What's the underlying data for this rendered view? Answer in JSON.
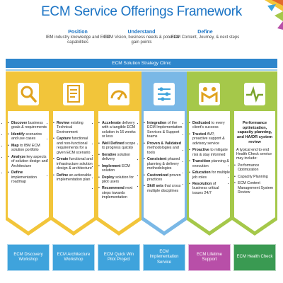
{
  "title": "ECM Service Offerings Framework",
  "header": [
    {
      "title": "Position",
      "text": "IBM industry knowledge and ECM capabilities"
    },
    {
      "title": "Understand",
      "text": "ECM Vision, business needs & potential gain points"
    },
    {
      "title": "Define",
      "text": "ECM Content, Journey, & next steps"
    }
  ],
  "strategy_bar": "ECM Solution Strategy Clinic",
  "columns": [
    {
      "color": "#f2c53a",
      "icon": "magnifier-icon",
      "items": [
        {
          "b": "Discover",
          "t": " business goals & requirements"
        },
        {
          "b": "Identify",
          "t": " scenarios and use cases"
        },
        {
          "b": "Map",
          "t": " to IBM ECM solution portfolio"
        },
        {
          "b": "Analyze",
          "t": " key aspects of solution design and Architecture"
        },
        {
          "b": "Define",
          "t": " implementation roadmap"
        }
      ],
      "button": "ECM Discovery Workshop",
      "button_color": "#3fa3dc"
    },
    {
      "color": "#f2c53a",
      "icon": "document-icon",
      "items": [
        {
          "b": "Review",
          "t": " existing Technical Environment"
        },
        {
          "b": "Capture",
          "t": " functional and non-functional requirements for a given ECM scenario"
        },
        {
          "b": "Create",
          "t": " functional and infrastructure solution design & architecture"
        },
        {
          "b": "Define",
          "t": " an actionable implementation plan"
        }
      ],
      "button": "ECM Architecture Workshop",
      "button_color": "#3fa3dc"
    },
    {
      "color": "#f2c53a",
      "icon": "speedometer-icon",
      "items": [
        {
          "b": "Accelerate",
          "t": " delivery with a tangible ECM solution in 16 weeks or less"
        },
        {
          "b": "Well Defined",
          "t": " scope to progress quickly"
        },
        {
          "b": "Iterative",
          "t": " solution delivery"
        },
        {
          "b": "Implement",
          "t": " ECM solution"
        },
        {
          "b": "Deploy",
          "t": " solution for pilot users"
        },
        {
          "b": "Recommend",
          "t": " next steps towards implementation"
        }
      ],
      "button": "ECM Quick Win Pilot Project",
      "button_color": "#3fa3dc"
    },
    {
      "color": "#7ab8e6",
      "icon": "sliders-icon",
      "items": [
        {
          "b": "Integration",
          "t": " of the ECM Implementation Services & Support teams"
        },
        {
          "b": "Proven & Validated",
          "t": " methodologies and tools"
        },
        {
          "b": "Consistent",
          "t": " phased planning & delivery methodologies"
        },
        {
          "b": "Customized",
          "t": " proven practices"
        },
        {
          "b": "Skill sets",
          "t": " that cross multiple disciplines"
        }
      ],
      "button": "ECM Implementation Service",
      "button_color": "#3fa3dc"
    },
    {
      "color": "#a5c84a",
      "icon": "people-icon",
      "items": [
        {
          "b": "Dedicated",
          "t": " to every client's success"
        },
        {
          "b": "Trusted",
          "t": " AVP, proactive support & advisory service"
        },
        {
          "b": "Proactive",
          "t": " to mitigate risk & stay informed"
        },
        {
          "b": "Transition",
          "t": " planning & execution"
        },
        {
          "b": "Education",
          "t": " for multiple job roles"
        },
        {
          "b": "Resolution",
          "t": " of business critical issues 24/7"
        }
      ],
      "button": "ECM Lifetime Support",
      "button_color": "#b84fa8"
    },
    {
      "color": "#a5c84a",
      "icon": "heartbeat-icon",
      "subhead": "Performance optimization, capacity planning, and HA/DR system review",
      "intro": "A typical end to end Health Check service may include:",
      "items": [
        {
          "b": "",
          "t": "Performance Optimization"
        },
        {
          "b": "",
          "t": "Capacity Planning"
        },
        {
          "b": "",
          "t": "ECM Content Management System Review"
        }
      ],
      "button": "ECM Health Check",
      "button_color": "#3a9a52"
    }
  ]
}
